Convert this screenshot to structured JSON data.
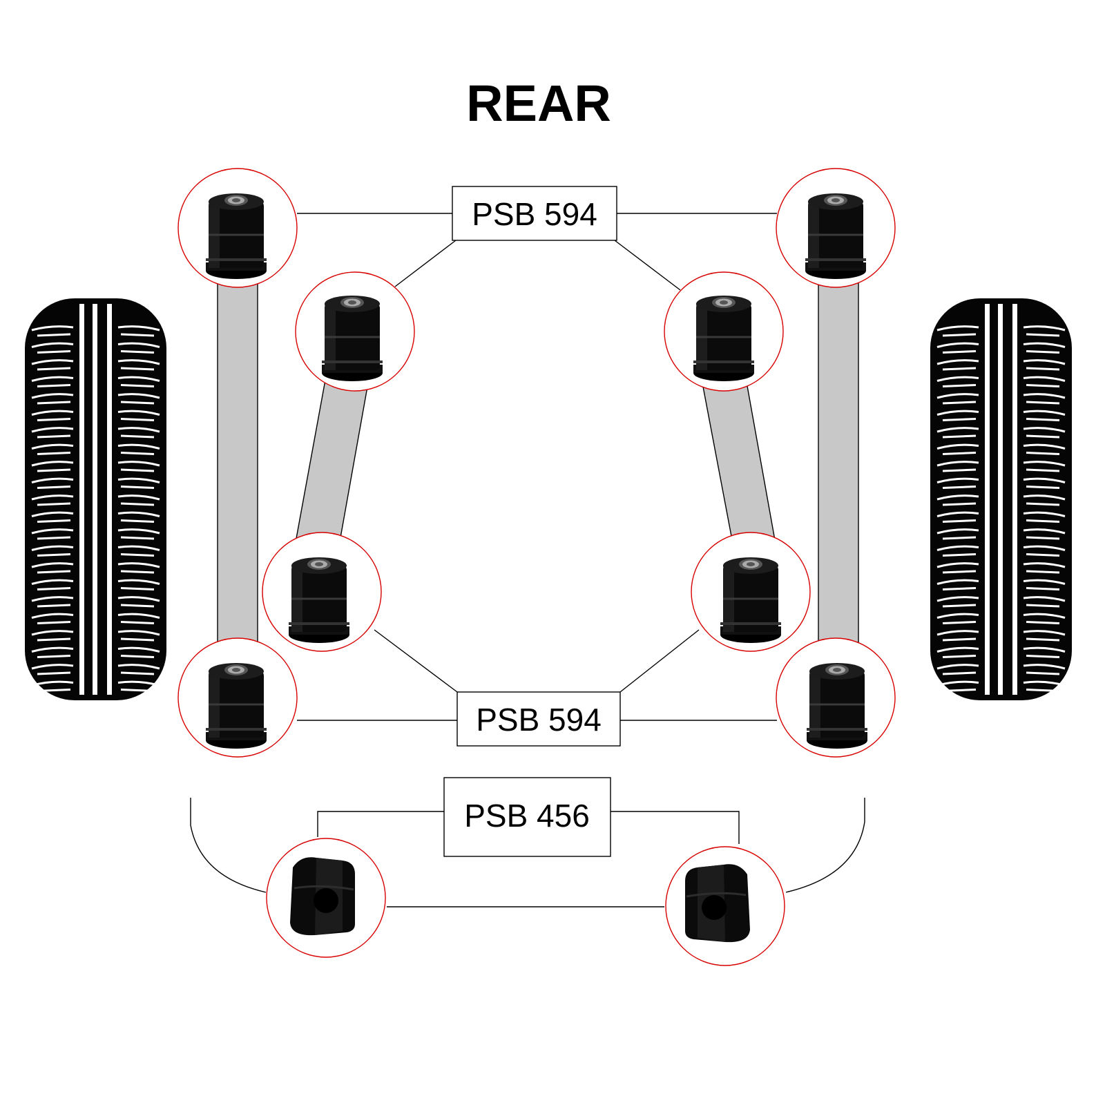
{
  "title": "REAR",
  "labels": {
    "upper": "PSB 594",
    "lower": "PSB 594",
    "antiroll": "PSB 456"
  },
  "colors": {
    "circle_stroke": "#d80000",
    "arm_fill": "#c8c8c8",
    "bush": "#0a0a0a"
  },
  "icons": [
    "tyre-icon",
    "bush-icon",
    "sway-bar-bush-icon"
  ]
}
